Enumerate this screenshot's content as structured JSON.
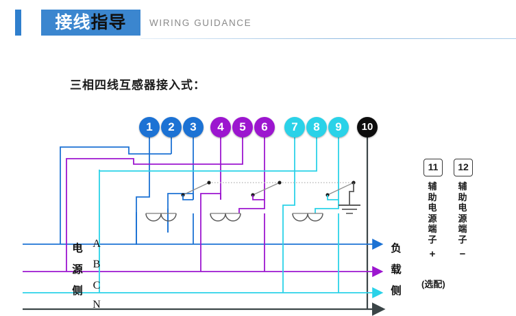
{
  "header": {
    "title_part1": "接线",
    "title_part2": "指导",
    "subtitle": "WIRING GUIDANCE",
    "accent_color": "#2f7fcd",
    "title_bg_color": "#3b86cf"
  },
  "section": {
    "title": "三相四线互感器接入式："
  },
  "diagram": {
    "terminals": [
      {
        "label": "1",
        "color": "#1c72d4"
      },
      {
        "label": "2",
        "color": "#1c72d4"
      },
      {
        "label": "3",
        "color": "#1c72d4"
      },
      {
        "label": "4",
        "color": "#9c16cf"
      },
      {
        "label": "5",
        "color": "#9c16cf"
      },
      {
        "label": "6",
        "color": "#9c16cf"
      },
      {
        "label": "7",
        "color": "#2ad2e8"
      },
      {
        "label": "8",
        "color": "#2ad2e8"
      },
      {
        "label": "9",
        "color": "#2ad2e8"
      },
      {
        "label": "10",
        "color": "#0d0d0d"
      }
    ],
    "aux_terminals": [
      {
        "label": "11",
        "text": "辅助电源端子",
        "sign": "+"
      },
      {
        "label": "12",
        "text": "辅助电源端子",
        "sign": "−"
      }
    ],
    "aux_note": "(选配)",
    "source_side_label": "电源侧",
    "load_side_label": "负载侧",
    "phases": [
      {
        "name": "A",
        "color": "#1c72d4"
      },
      {
        "name": "B",
        "color": "#9c16cf"
      },
      {
        "name": "C",
        "color": "#2ad2e8"
      },
      {
        "name": "N",
        "color": "#3b4547"
      }
    ],
    "wire_colors": {
      "phase_a": "#1c72d4",
      "phase_b": "#9c16cf",
      "phase_c": "#2ad2e8",
      "neutral": "#3b4547",
      "ct_coil": "#4a4a4a",
      "link_bus": "#b4b4b4"
    },
    "ct_count": 3
  }
}
